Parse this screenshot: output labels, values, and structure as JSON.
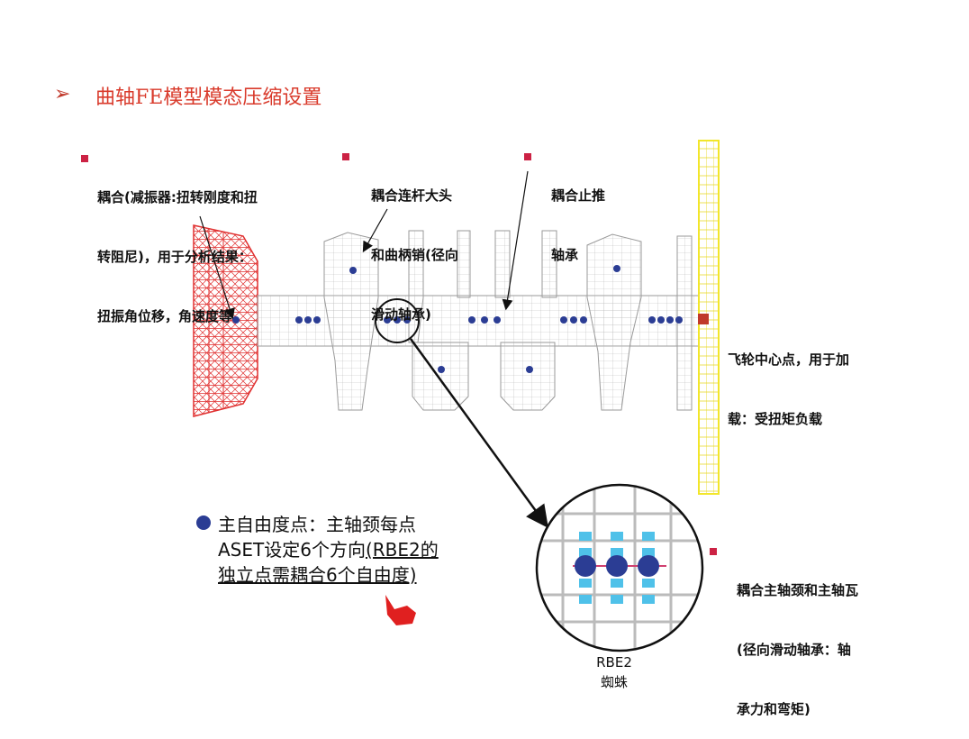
{
  "title": {
    "marker": "➢",
    "text": "曲轴FE模型模态压缩设置"
  },
  "annotations": {
    "damper": {
      "lines": [
        "耦合(减振器:扭转刚度和扭",
        "转阻尼)，用于分析结果：",
        "扭振角位移，角速度等"
      ]
    },
    "conrod": {
      "lines": [
        "耦合连杆大头",
        "和曲柄销(径向",
        "滑动轴承)"
      ]
    },
    "thrust": {
      "lines": [
        "耦合止推",
        "轴承"
      ]
    },
    "flywheel": {
      "lines": [
        "飞轮中心点，用于加",
        "载：受扭矩负载"
      ]
    },
    "main_journal": {
      "lines": [
        "耦合主轴颈和主轴瓦",
        "(径向滑动轴承：轴",
        "承力和弯矩)"
      ]
    }
  },
  "dof_note": {
    "line1": "主自由度点：主轴颈每点",
    "line2_plain": "ASET设定6个方向",
    "line2_underlined": "(RBE2的",
    "line3": "独立点需耦合6个自由度)"
  },
  "rbe_label": {
    "line1": "RBE2",
    "line2": "蜘蛛"
  },
  "colors": {
    "title": "#d93a2b",
    "damper": "#e03030",
    "flywheel": "#f2e62a",
    "mesh": "#9a9a9a",
    "node": "#2b3d94",
    "node_light": "#4fc1e9",
    "bullet": "#cc2244",
    "pointer_hand": "#e02020"
  }
}
